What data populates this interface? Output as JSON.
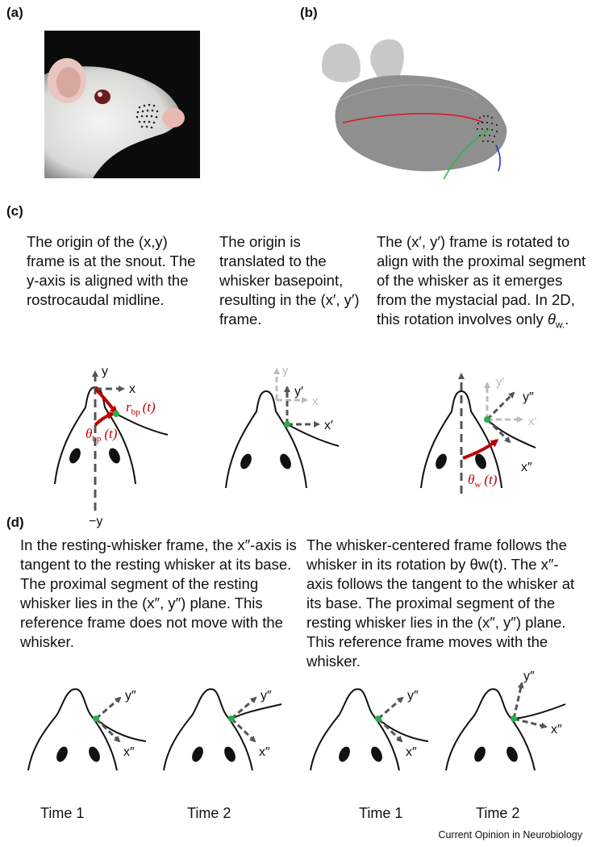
{
  "panels": {
    "a": {
      "label": "(a)"
    },
    "b": {
      "label": "(b)"
    },
    "c": {
      "label": "(c)",
      "captions": [
        "The origin of the (x,y) frame is at the snout. The y-axis is aligned with the rostrocaudal midline.",
        "The origin is translated to the whisker basepoint, resulting in the (x′, y′) frame.",
        "The (x′, y′) frame is rotated to align with the proximal segment of the whisker as it emerges from the mystacial pad. In 2D, this rotation involves only θw.."
      ],
      "caption3_parts": {
        "pre": "The (x′, y′) frame is rotated to align with the proximal segment of the whisker as it emerges from the mystacial pad. In 2D, this rotation involves only ",
        "theta": "θ",
        "sub": "w.",
        "post": "."
      },
      "fig1": {
        "y": "y",
        "x": "x",
        "neg_y": "−y",
        "r": "r",
        "r_sub": "bp",
        "r_arg": "(t)",
        "theta": "θ",
        "theta_sub": "bp",
        "theta_arg": "(t)"
      },
      "fig2": {
        "y_ghost": "y",
        "x_ghost": "x",
        "y_prime": "y′",
        "x_prime": "x′"
      },
      "fig3": {
        "y_prime": "y′",
        "x_prime": "x′",
        "y_dprime": "y″",
        "x_dprime": "x″",
        "theta": "θ",
        "theta_sub": "w",
        "theta_arg": "(t)"
      }
    },
    "d": {
      "label": "(d)",
      "captions": [
        "In the resting-whisker frame, the x″-axis is tangent to the resting whisker at its base. The proximal segment of the resting whisker lies in the (x″, y″) plane. This reference frame does not move with the whisker.",
        "The whisker-centered frame follows the whisker in its rotation by θw(t). The x″-axis follows the tangent to the whisker at its base. The proximal segment of the resting whisker lies in the (x″, y″) plane. This reference frame moves with the whisker."
      ],
      "axis_y": "y″",
      "axis_x": "x″",
      "time_labels": [
        "Time 1",
        "Time 2",
        "Time 1",
        "Time 2"
      ]
    }
  },
  "credit": "Current Opinion in Neurobiology",
  "colors": {
    "red": "#c8102e",
    "green": "#22b04a",
    "axis_gray": "#555555",
    "ghost_gray": "#bbbbbb",
    "head_gray": "#8a8a8a"
  }
}
